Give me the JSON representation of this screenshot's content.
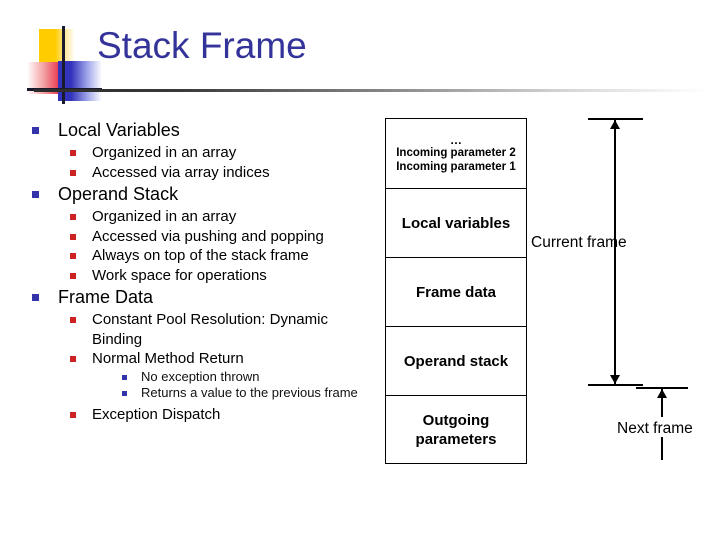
{
  "slide": {
    "title": "Stack Frame",
    "logo_name": "powerpoint-decorative-logo"
  },
  "bullets": [
    {
      "level": 1,
      "text": "Local Variables"
    },
    {
      "level": 2,
      "text": "Organized in an array"
    },
    {
      "level": 2,
      "text": "Accessed via array indices"
    },
    {
      "level": 1,
      "text": "Operand Stack"
    },
    {
      "level": 2,
      "text": "Organized in an array"
    },
    {
      "level": 2,
      "text": "Accessed via pushing and popping"
    },
    {
      "level": 2,
      "text": "Always on top of the stack frame"
    },
    {
      "level": 2,
      "text": "Work space for operations"
    },
    {
      "level": 1,
      "text": "Frame Data"
    },
    {
      "level": 2,
      "text": "Constant Pool Resolution: Dynamic Binding"
    },
    {
      "level": 2,
      "text": "Normal Method Return"
    },
    {
      "level": 3,
      "text": "No exception thrown"
    },
    {
      "level": 3,
      "text": "Returns a value to the previous frame"
    },
    {
      "level": 2,
      "text": "Exception Dispatch"
    }
  ],
  "diagram": {
    "boxes": {
      "incoming": {
        "ellipsis": "…",
        "line2": "Incoming parameter 2",
        "line1": "Incoming parameter 1"
      },
      "local_variables": "Local variables",
      "frame_data": "Frame data",
      "operand_stack": "Operand stack",
      "outgoing_parameters": "Outgoing parameters"
    },
    "annotations": {
      "current_frame": "Current frame",
      "next_frame": "Next frame"
    }
  },
  "colors": {
    "title": "#333399",
    "bullet_level1": "#3333AA",
    "bullet_level2": "#CC2222",
    "bullet_level3": "#3333AA",
    "diagram_stroke": "#000000",
    "logo_yellow": "#FFCC00",
    "logo_red": "#E8354A",
    "logo_blue": "#3333BB"
  }
}
